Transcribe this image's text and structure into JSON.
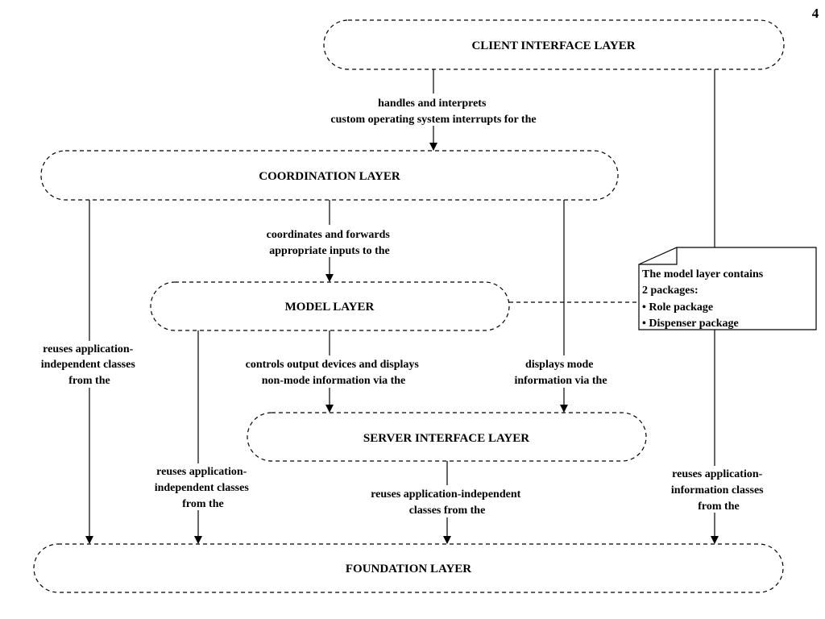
{
  "page_number": "4",
  "layers": {
    "client_interface": "CLIENT INTERFACE LAYER",
    "coordination": "COORDINATION LAYER",
    "model": "MODEL LAYER",
    "server_interface": "SERVER INTERFACE LAYER",
    "foundation": "FOUNDATION LAYER"
  },
  "edges": {
    "client_to_coordination": [
      "handles and interprets",
      "custom operating system interrupts for the"
    ],
    "coordination_to_model": [
      "coordinates and forwards",
      "appropriate inputs to the"
    ],
    "coordination_to_foundation": [
      "reuses application-",
      "independent classes",
      "from the"
    ],
    "model_to_server": [
      "controls output devices and displays",
      "non-mode information via the"
    ],
    "coordination_to_server": [
      "displays mode",
      "information via the"
    ],
    "model_to_foundation": [
      "reuses application-",
      "independent classes",
      "from the"
    ],
    "server_to_foundation": [
      "reuses application-independent",
      "classes from the"
    ],
    "client_to_foundation": [
      "reuses application-",
      "information classes",
      "from the"
    ]
  },
  "note": {
    "lines": [
      "The model layer contains",
      "2 packages:",
      "• Role package",
      "• Dispenser package"
    ]
  }
}
